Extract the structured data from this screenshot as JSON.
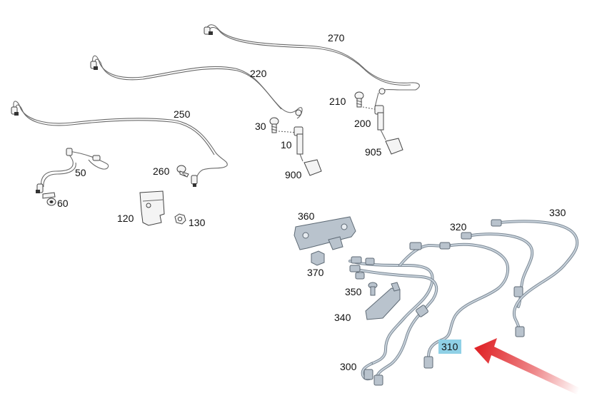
{
  "callouts": {
    "c270": "270",
    "c220": "220",
    "c250": "250",
    "c210": "210",
    "c30": "30",
    "c200": "200",
    "c10": "10",
    "c905": "905",
    "c50": "50",
    "c260": "260",
    "c900": "900",
    "c60": "60",
    "c120": "120",
    "c130": "130",
    "c360": "360",
    "c320": "320",
    "c330": "330",
    "c370": "370",
    "c350": "350",
    "c340": "340",
    "c310": "310",
    "c300": "300"
  },
  "colors": {
    "highlight": "#8fd0e6",
    "arrow": "#e0262a",
    "harness": "#7d8a96"
  },
  "highlighted_callout": "310"
}
